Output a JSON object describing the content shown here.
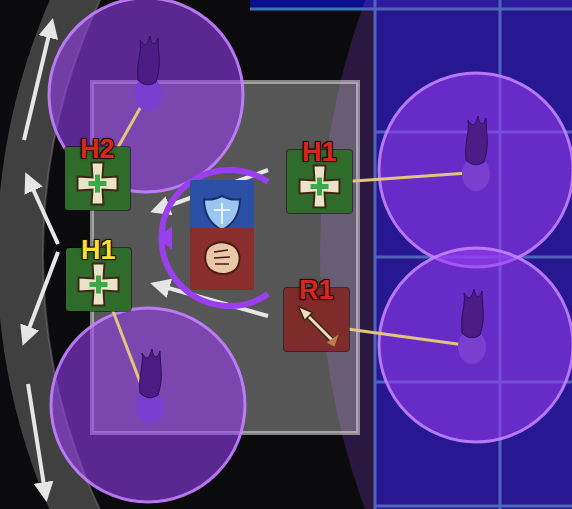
{
  "diagram": {
    "nodes": [
      {
        "text": [
          "H2"
        ]
      },
      {
        "text": [
          "H1"
        ]
      },
      {
        "text": [
          "H1"
        ]
      },
      {
        "text": [
          "R1"
        ]
      }
    ]
  }
}
